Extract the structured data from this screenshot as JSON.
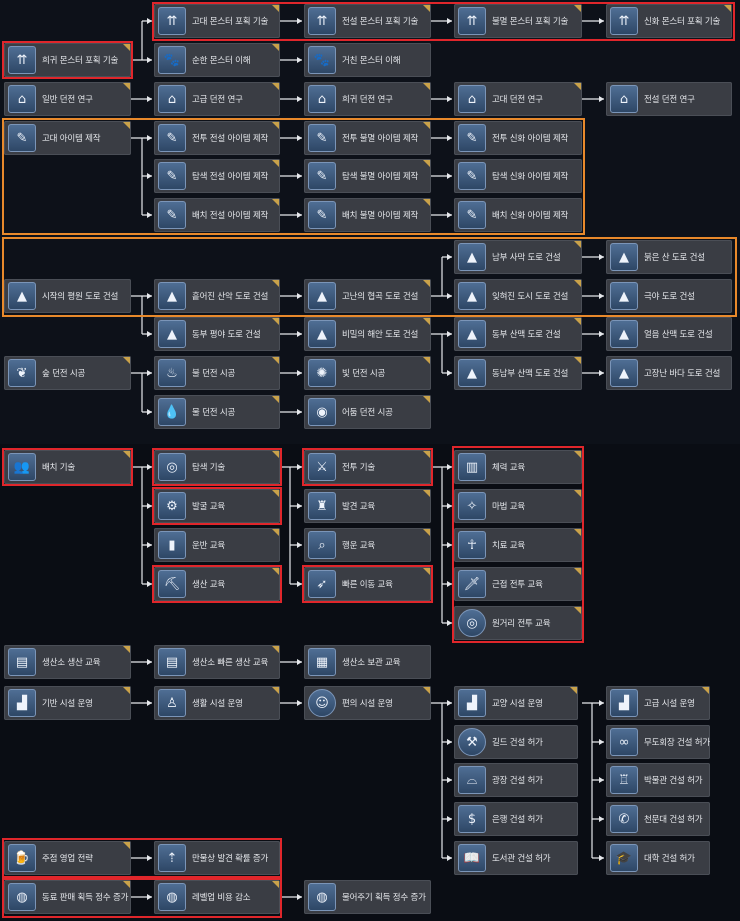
{
  "colors": {
    "background": "#0d1119",
    "node": "#3a3d44",
    "icon_bg": "#3d5a80",
    "red_highlight": "#e0262b",
    "orange_highlight": "#e8892b",
    "corner_star": "#c9a24a"
  },
  "nodes": {
    "n1": {
      "label": "고대 몬스터 포획 기술",
      "icon": "monster-capture-icon"
    },
    "n2": {
      "label": "전설 몬스터 포획 기술",
      "icon": "monster-capture-icon"
    },
    "n3": {
      "label": "불멸 몬스터 포획 기술",
      "icon": "monster-capture-icon"
    },
    "n4": {
      "label": "신화 몬스터 포획 기술",
      "icon": "monster-capture-icon"
    },
    "n5": {
      "label": "희귀 몬스터 포획 기술",
      "icon": "monster-capture-icon"
    },
    "n6": {
      "label": "순한 몬스터 이해",
      "icon": "paw-icon"
    },
    "n7": {
      "label": "거친 몬스터 이해",
      "icon": "paw-icon"
    },
    "n8": {
      "label": "일반 던전 연구",
      "icon": "dungeon-icon"
    },
    "n9": {
      "label": "고급 던전 연구",
      "icon": "dungeon-icon"
    },
    "n10": {
      "label": "희귀 던전 연구",
      "icon": "dungeon-icon"
    },
    "n11": {
      "label": "고대 던전 연구",
      "icon": "dungeon-icon"
    },
    "n12": {
      "label": "전설 던전 연구",
      "icon": "dungeon-icon"
    },
    "n13": {
      "label": "고대 아이템 제작",
      "icon": "crafting-icon"
    },
    "n14": {
      "label": "전투 전설 아이템 제작",
      "icon": "crafting-icon"
    },
    "n15": {
      "label": "전투 불멸 아이템 제작",
      "icon": "crafting-icon"
    },
    "n16": {
      "label": "전투 신화 아이템 제작",
      "icon": "crafting-icon"
    },
    "n17": {
      "label": "탐색 전설 아이템 제작",
      "icon": "crafting-icon"
    },
    "n18": {
      "label": "탐색 불멸 아이템 제작",
      "icon": "crafting-icon"
    },
    "n19": {
      "label": "탐색 신화 아이템 제작",
      "icon": "crafting-icon"
    },
    "n20": {
      "label": "배치 전설 아이템 제작",
      "icon": "crafting-icon"
    },
    "n21": {
      "label": "배치 불멸 아이템 제작",
      "icon": "crafting-icon"
    },
    "n22": {
      "label": "배치 신화 아이템 제작",
      "icon": "crafting-icon"
    },
    "n23": {
      "label": "시작의 평원 도로 건설",
      "icon": "road-icon"
    },
    "n24": {
      "label": "흩어진 산악 도로 건설",
      "icon": "road-icon"
    },
    "n25": {
      "label": "고난의 협곡 도로 건설",
      "icon": "road-icon"
    },
    "n26": {
      "label": "남부 사막 도로 건설",
      "icon": "road-icon"
    },
    "n27": {
      "label": "붉은 산 도로 건설",
      "icon": "road-icon"
    },
    "n28": {
      "label": "잊혀진 도시 도로 건설",
      "icon": "road-icon"
    },
    "n29": {
      "label": "극야 도로 건설",
      "icon": "road-icon"
    },
    "n30": {
      "label": "동부 평야 도로 건설",
      "icon": "road-icon"
    },
    "n31": {
      "label": "비밀의 해안 도로 건설",
      "icon": "road-icon"
    },
    "n32": {
      "label": "동부 산맥 도로 건설",
      "icon": "road-icon"
    },
    "n33": {
      "label": "얼음 산맥 도로 건설",
      "icon": "road-icon"
    },
    "n34": {
      "label": "동남부 산맥 도로 건설",
      "icon": "road-icon"
    },
    "n35": {
      "label": "고장난 바다 도로 건설",
      "icon": "road-icon"
    },
    "n36": {
      "label": "숲 던전 시공",
      "icon": "leaf-icon"
    },
    "n37": {
      "label": "불 던전 시공",
      "icon": "fire-icon"
    },
    "n38": {
      "label": "빛 던전 시공",
      "icon": "light-icon"
    },
    "n39": {
      "label": "물 던전 시공",
      "icon": "water-icon"
    },
    "n40": {
      "label": "어둠 던전 시공",
      "icon": "dark-icon"
    },
    "n41": {
      "label": "배치 기술",
      "icon": "group-icon"
    },
    "n42": {
      "label": "탐색 기술",
      "icon": "compass-icon"
    },
    "n43": {
      "label": "발굴 교육",
      "icon": "gear-icon"
    },
    "n44": {
      "label": "운반 교육",
      "icon": "bar-chart-icon"
    },
    "n45": {
      "label": "생산 교육",
      "icon": "pickaxe-icon"
    },
    "n46": {
      "label": "전투 기술",
      "icon": "crossed-swords-icon"
    },
    "n47": {
      "label": "발견 교육",
      "icon": "discovery-icon"
    },
    "n48": {
      "label": "행운 교육",
      "icon": "magnifier-icon"
    },
    "n49": {
      "label": "빠른 이동 교육",
      "icon": "boot-icon"
    },
    "n50": {
      "label": "체력 교육",
      "icon": "pillar-icon"
    },
    "n51": {
      "label": "마법 교육",
      "icon": "magic-icon"
    },
    "n52": {
      "label": "치료 교육",
      "icon": "ankh-icon"
    },
    "n53": {
      "label": "근접 전투 교육",
      "icon": "sword-icon"
    },
    "n54": {
      "label": "원거리 전투 교육",
      "icon": "target-icon"
    },
    "n55": {
      "label": "생산소 생산 교육",
      "icon": "factory-icon"
    },
    "n56": {
      "label": "생산소 빠른 생산 교육",
      "icon": "factory-icon"
    },
    "n57": {
      "label": "생산소 보관 교육",
      "icon": "storage-icon"
    },
    "n58": {
      "label": "기반 시설 운영",
      "icon": "building-icon"
    },
    "n59": {
      "label": "생활 시설 운영",
      "icon": "facility-icon"
    },
    "n60": {
      "label": "편의 시설 운영",
      "icon": "amenity-icon"
    },
    "n61": {
      "label": "교양 시설 운영",
      "icon": "building-icon"
    },
    "n62": {
      "label": "고급 시설 운영",
      "icon": "building-icon"
    },
    "n63": {
      "label": "길드 건설 허가",
      "icon": "hammer-wrench-icon"
    },
    "n64": {
      "label": "무도회장 건설 허가",
      "icon": "mask-icon"
    },
    "n65": {
      "label": "광장 건설 허가",
      "icon": "plaza-icon"
    },
    "n66": {
      "label": "박물관 건설 허가",
      "icon": "museum-icon"
    },
    "n67": {
      "label": "은행 건설 허가",
      "icon": "money-bag-icon"
    },
    "n68": {
      "label": "천문대 건설 허가",
      "icon": "telescope-icon"
    },
    "n69": {
      "label": "도서관 건설 허가",
      "icon": "book-icon"
    },
    "n70": {
      "label": "대학 건설 허가",
      "icon": "graduation-cap-icon"
    },
    "n71": {
      "label": "주점 영업 전략",
      "icon": "beer-mug-icon"
    },
    "n72": {
      "label": "만물상 발견 확률 증가",
      "icon": "arrow-up-icon"
    },
    "n73": {
      "label": "동료 판매 획득 정수 증가",
      "icon": "coins-icon"
    },
    "n74": {
      "label": "레벨업 비용 감소",
      "icon": "coins-icon"
    },
    "n75": {
      "label": "물어주기 획득 정수 증가",
      "icon": "coins-icon"
    }
  }
}
